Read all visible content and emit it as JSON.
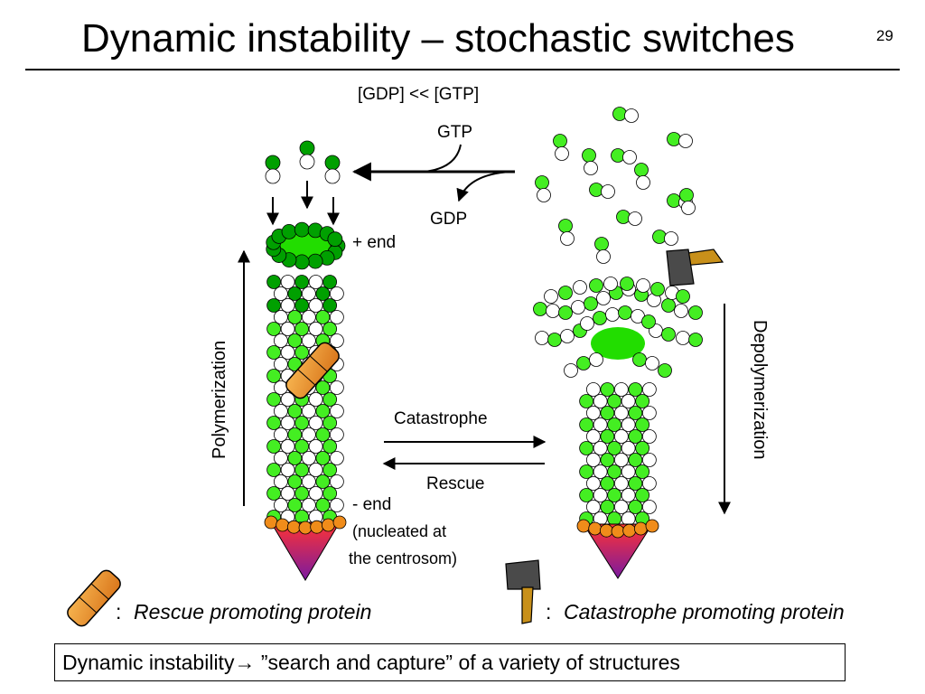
{
  "slide": {
    "title": "Dynamic instability – stochastic switches",
    "number": "29"
  },
  "labels": {
    "concentration": "[GDP] << [GTP]",
    "gtp": "GTP",
    "gdp": "GDP",
    "plus_end": "+ end",
    "minus_end": "- end",
    "nucleated_line1": "(nucleated at",
    "nucleated_line2": "the centrosom)",
    "polymerization": "Polymerization",
    "depolymerization": "Depolymerization",
    "catastrophe": "Catastrophe",
    "rescue": "Rescue"
  },
  "legend": {
    "colon": ":",
    "rescue_protein": "Rescue promoting protein",
    "catastrophe_protein": "Catastrophe promoting protein"
  },
  "footer": {
    "text_before": "Dynamic instability",
    "arrow_glyph": "→",
    "text_after": " ”search and capture” of a variety of structures"
  },
  "colors": {
    "gtp_tubulin": "#00a000",
    "gdp_tubulin": "#44ee22",
    "white_subunit": "#ffffff",
    "centrosome_orange": "#f08c1a",
    "centrosome_purple": "#7a1aa0",
    "bandage": "#e8902a",
    "axe_blade": "#555555",
    "axe_handle": "#b8860b"
  }
}
